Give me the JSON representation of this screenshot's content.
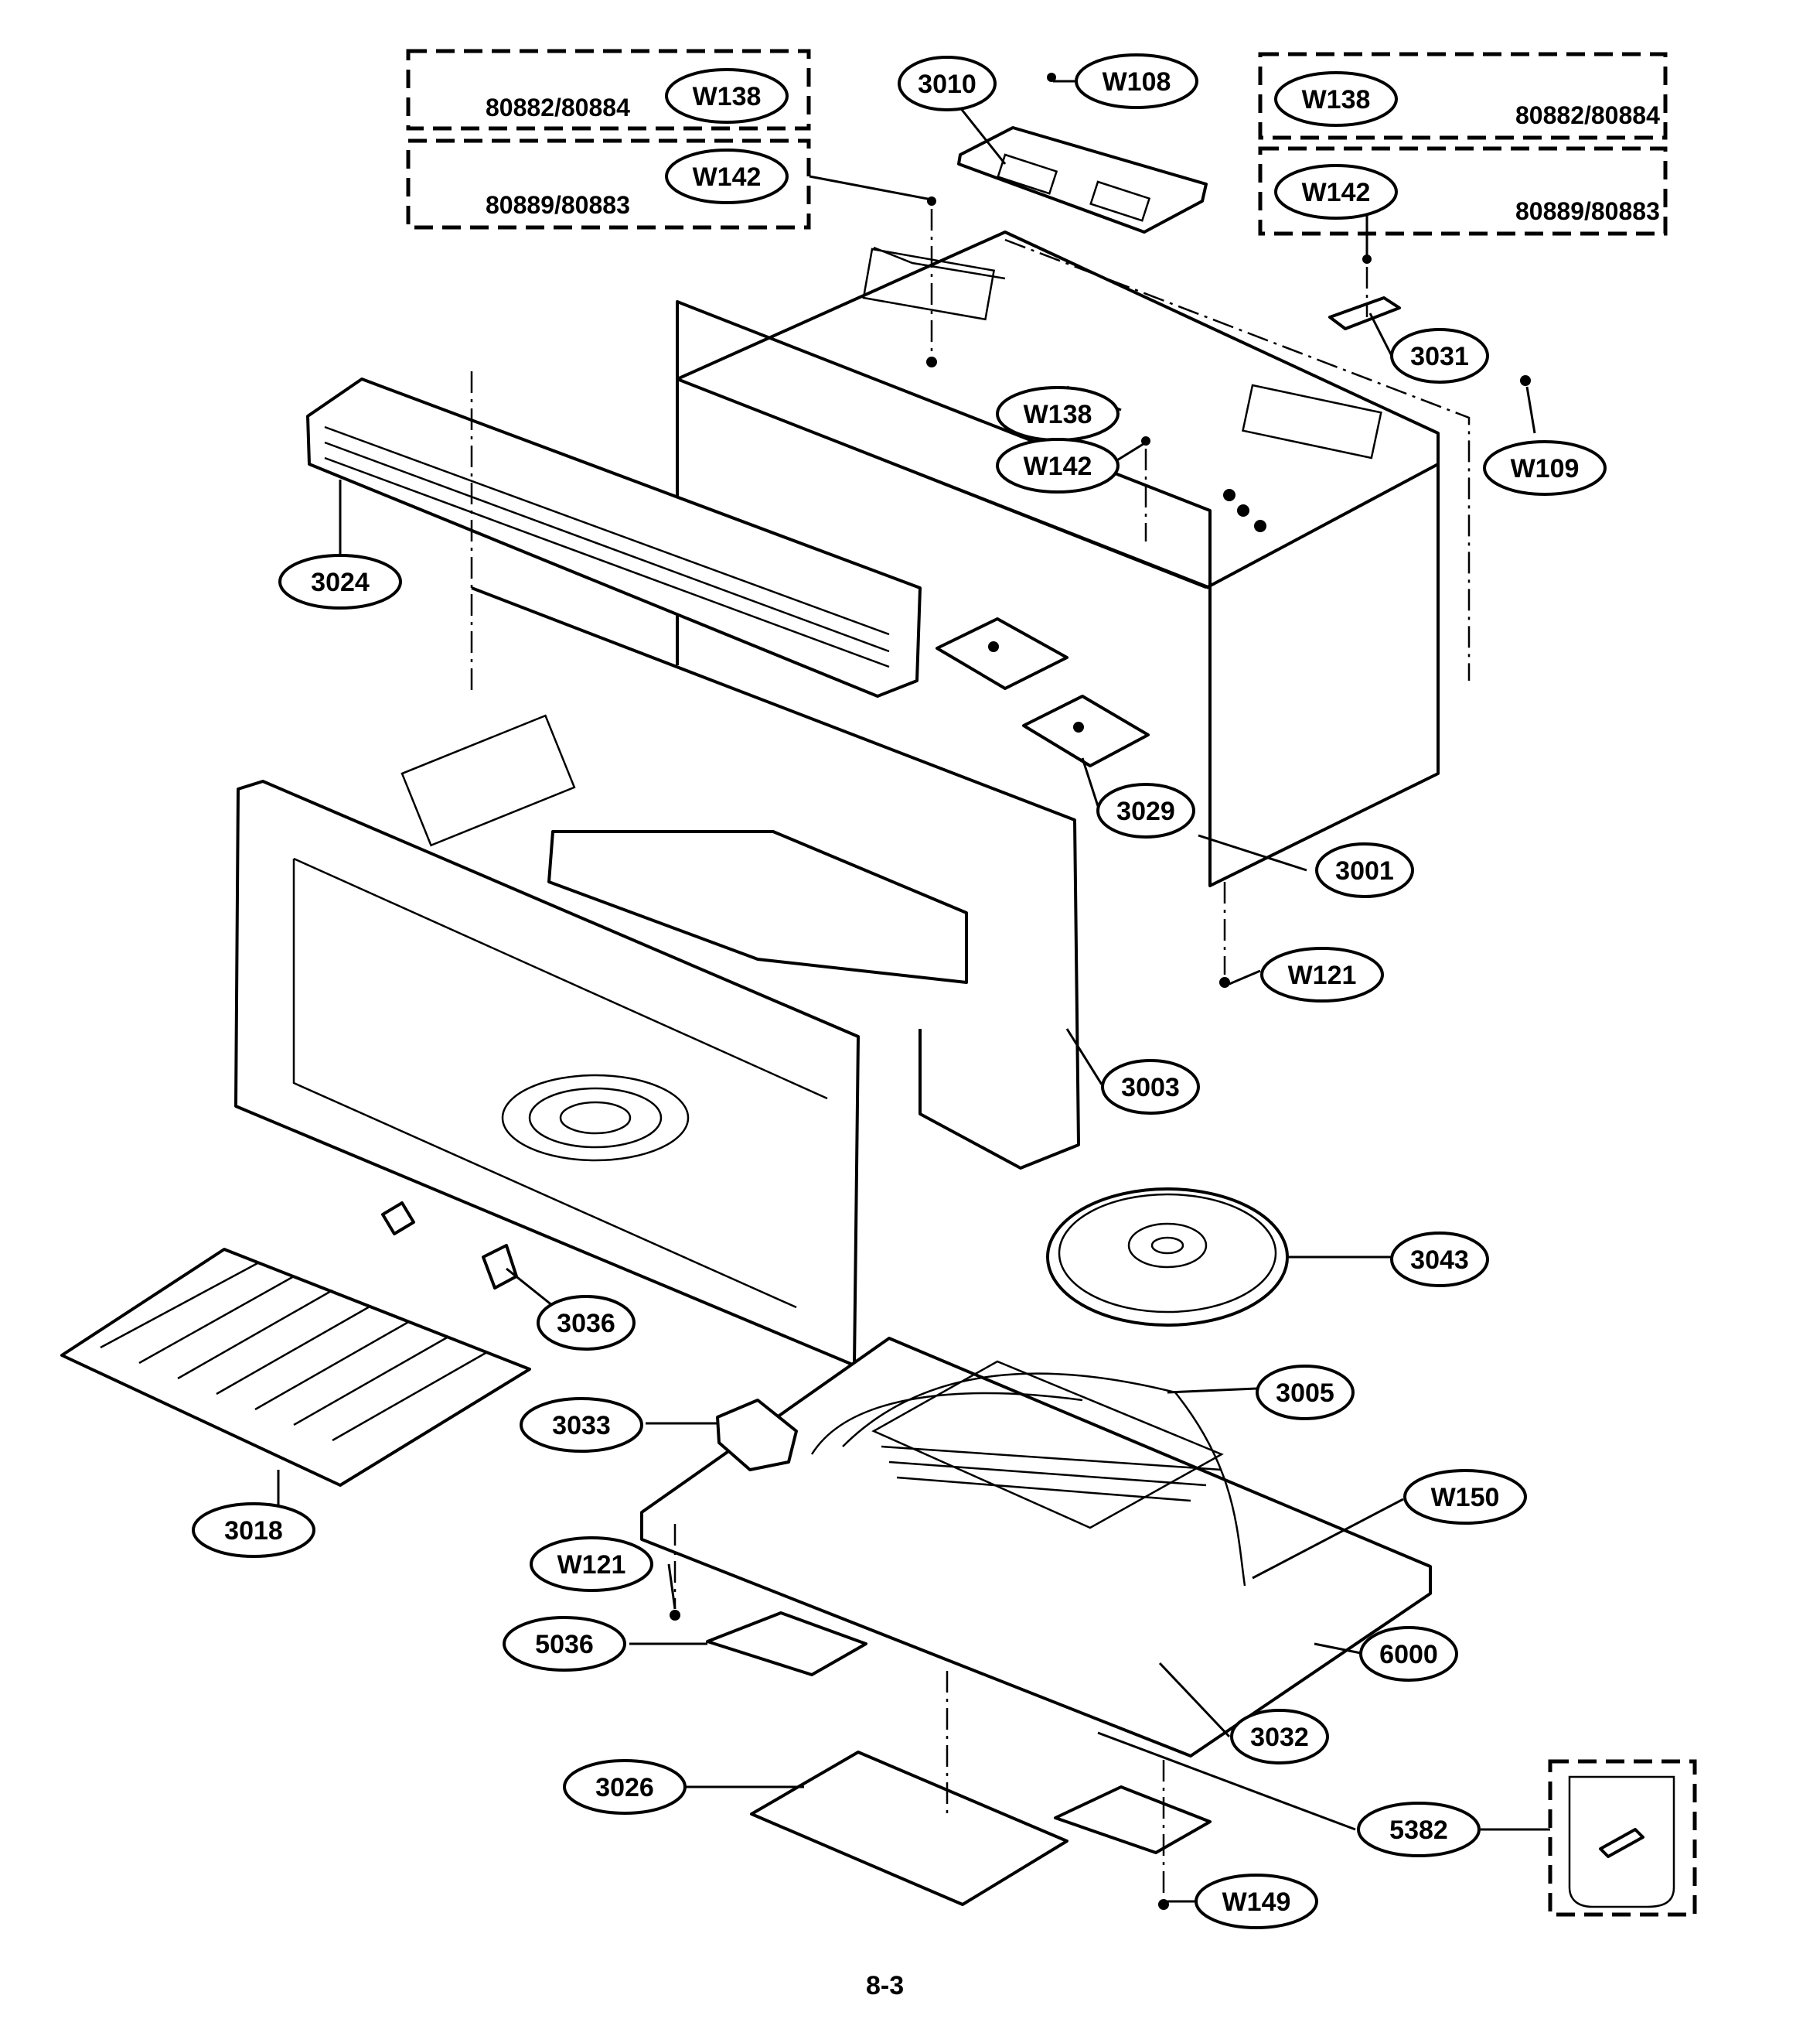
{
  "models": {
    "left_top": "80882/80884",
    "left_bottom": "80889/80883",
    "right_top": "80882/80884",
    "right_bottom": "80889/80883"
  },
  "callouts": {
    "p3010": "3010",
    "w108": "W108",
    "w138_left": "W138",
    "w142_left": "W142",
    "w138_right": "W138",
    "w142_right": "W142",
    "p3031": "3031",
    "w109": "W109",
    "w138_mid": "W138",
    "w142_mid": "W142",
    "p3024": "3024",
    "p3029": "3029",
    "p3001": "3001",
    "w121_top": "W121",
    "p3003": "3003",
    "p3043": "3043",
    "p3036": "3036",
    "p3005": "3005",
    "p3033": "3033",
    "p3018": "3018",
    "w150": "W150",
    "w121_bottom": "W121",
    "p5036": "5036",
    "p6000": "6000",
    "p3032": "3032",
    "p3026": "3026",
    "p5382": "5382",
    "w149": "W149"
  },
  "page_number": "8-3"
}
